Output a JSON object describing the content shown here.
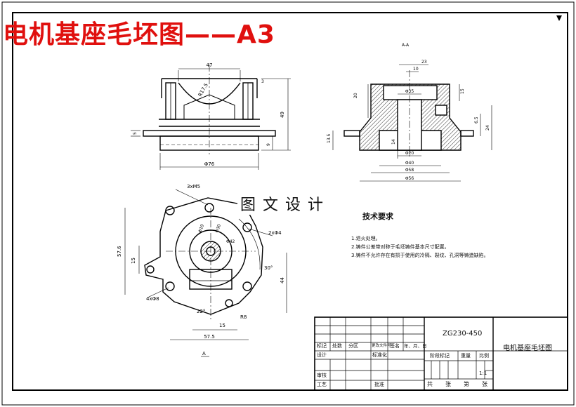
{
  "title": "电机基座毛坯图——A3",
  "watermark": "图文设计",
  "section_label": "A-A",
  "view_label": "A",
  "dimensions": {
    "front": [
      "47",
      "R17.5",
      "3",
      "49",
      "5",
      "9",
      "Φ76"
    ],
    "section": [
      "23",
      "10",
      "Φ35",
      "20",
      "15",
      "6.5",
      "24",
      "13.5",
      "14",
      "Φ20",
      "Φ40",
      "Φ58",
      "Φ56"
    ],
    "plan": [
      "3xM5",
      "Φ19",
      "Φ30",
      "Φ42",
      "2xΦ4",
      "57.6",
      "15",
      "30°",
      "44",
      "4xΦ8",
      "22°",
      "15",
      "R8",
      "57.5"
    ]
  },
  "technical_requirements": {
    "heading": "技术要求",
    "items": [
      "1.退火处理。",
      "2.铸件公差带对称于毛坯铸件基本尺寸配置。",
      "3.铸件不允许存在有损于使用的冷隔、裂纹、孔洞等铸造缺陷。"
    ]
  },
  "title_block": {
    "drawing_number": "ZG230-450",
    "part_name": "电机基座毛坯图",
    "row_headers": [
      "标记",
      "处数",
      "分区",
      "更改文件号",
      "签名",
      "年、月、日"
    ],
    "design": "设计",
    "standardize": "标准化",
    "stage_mark": "阶段标记",
    "weight": "重量",
    "scale_label": "比例",
    "scale": "1:1",
    "review": "审核",
    "process": "工艺",
    "approve": "批准",
    "total": "共",
    "sheets": "张",
    "sheet_no": "第",
    "sheet_word": "张"
  }
}
